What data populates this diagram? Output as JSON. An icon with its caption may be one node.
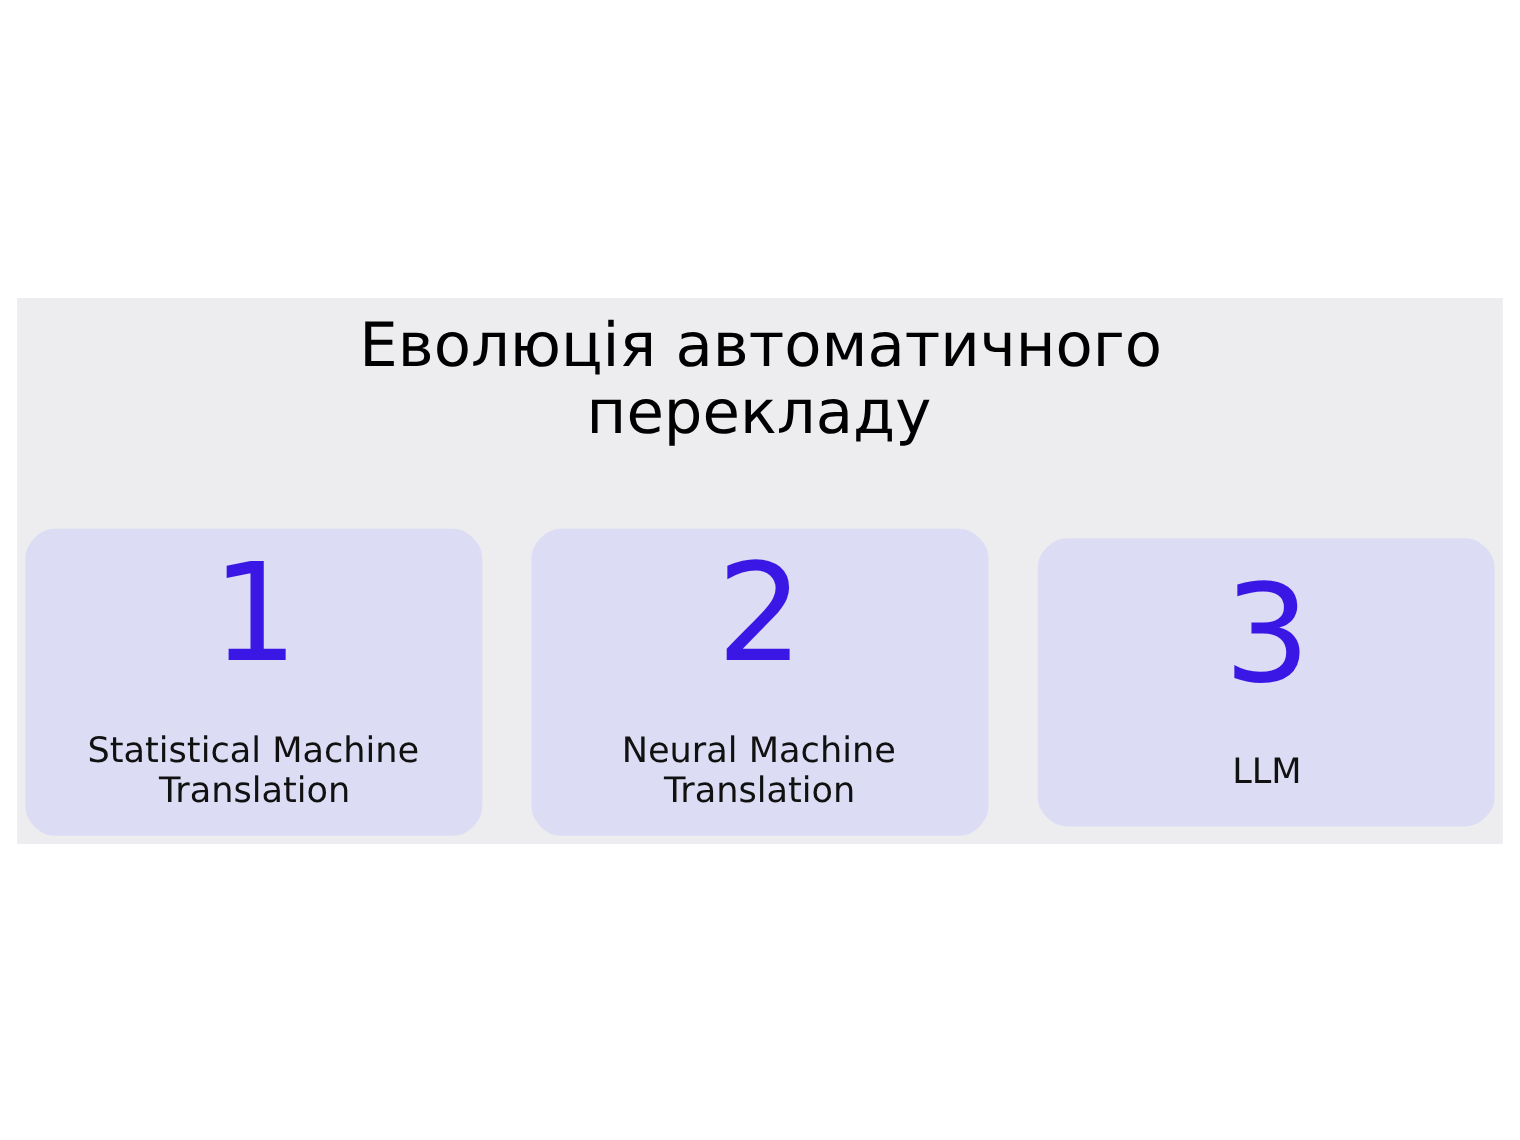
{
  "diagram": {
    "title": "Еволюція автоматичного перекладу",
    "nodes": [
      {
        "text": [
          "1",
          "Statistical Machine Translation"
        ]
      },
      {
        "text": [
          "2",
          "Neural Machine Translation"
        ]
      },
      {
        "text": [
          "3",
          "LLM"
        ]
      }
    ]
  }
}
